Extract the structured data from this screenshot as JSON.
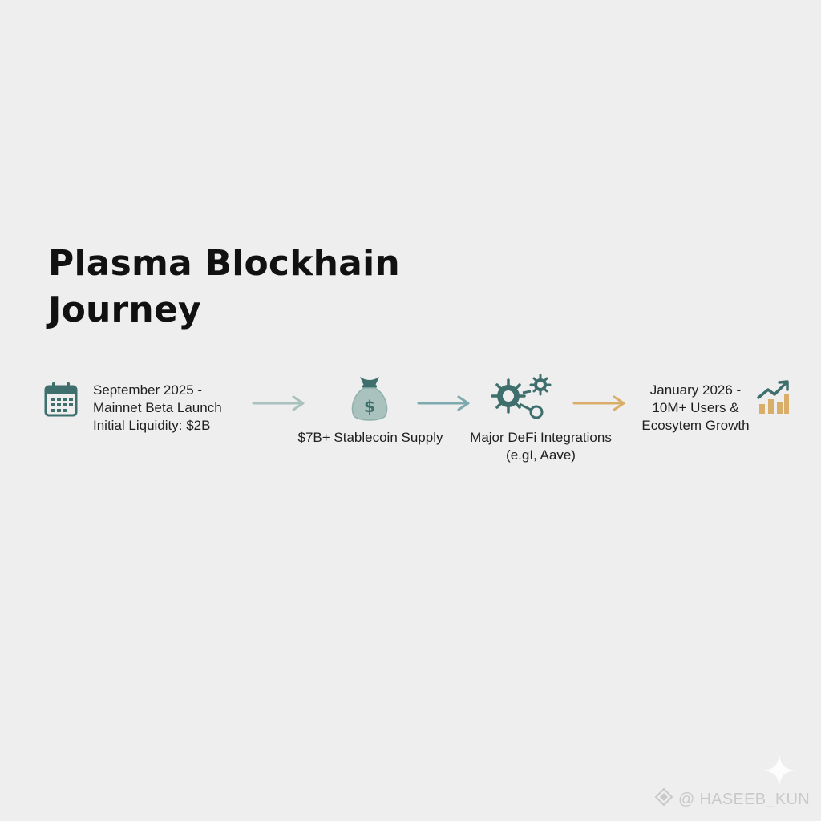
{
  "title": {
    "line1": "Plasma Blockhain",
    "line2": "Journey"
  },
  "milestones": [
    {
      "icon": "calendar-icon",
      "lines": [
        "September 2025 -",
        "Mainnet Beta Launch",
        "Initial Liquidity: $2B"
      ]
    },
    {
      "icon": "money-bag-icon",
      "icon_symbol": "$",
      "lines": [
        "$7B+ Stablecoin Supply"
      ]
    },
    {
      "icon": "gears-network-icon",
      "lines": [
        "Major DeFi Integrations",
        "(e.gI, Aave)"
      ]
    },
    {
      "icon": "growth-chart-icon",
      "lines": [
        "January 2026 -",
        "10M+ Users &",
        "Ecosytem Growth"
      ]
    }
  ],
  "colors": {
    "background": "#eeeeee",
    "teal": "#3e6f6c",
    "arrow1": "#a9c2be",
    "arrow2": "#7ea9ae",
    "arrow3": "#d9ae6a",
    "gold": "#d9ae6a"
  },
  "watermark": {
    "text": "@ HASEEB_KUN"
  }
}
